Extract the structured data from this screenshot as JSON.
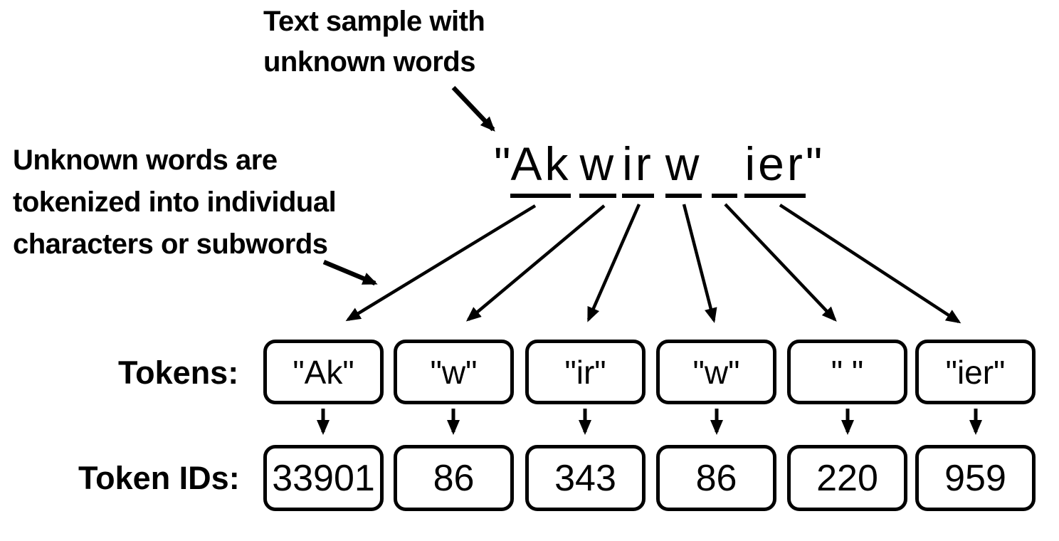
{
  "annotations": {
    "top": {
      "lines": [
        "Text sample with",
        "unknown words"
      ]
    },
    "left": {
      "lines": [
        "Unknown words are",
        "tokenized into individual",
        "characters or subwords"
      ]
    }
  },
  "sample": {
    "open_quote": "\"",
    "close_quote": "\"",
    "segments": [
      "Ak",
      "w",
      "ir",
      "w",
      " ",
      "ier"
    ]
  },
  "tokens": {
    "label": "Tokens:",
    "items": [
      "\"Ak\"",
      "\"w\"",
      "\"ir\"",
      "\"w\"",
      "\" \"",
      "\"ier\""
    ]
  },
  "token_ids": {
    "label": "Token IDs:",
    "items": [
      "33901",
      "86",
      "343",
      "86",
      "220",
      "959"
    ]
  },
  "colors": {
    "ink": "#000000",
    "background": "#ffffff"
  }
}
